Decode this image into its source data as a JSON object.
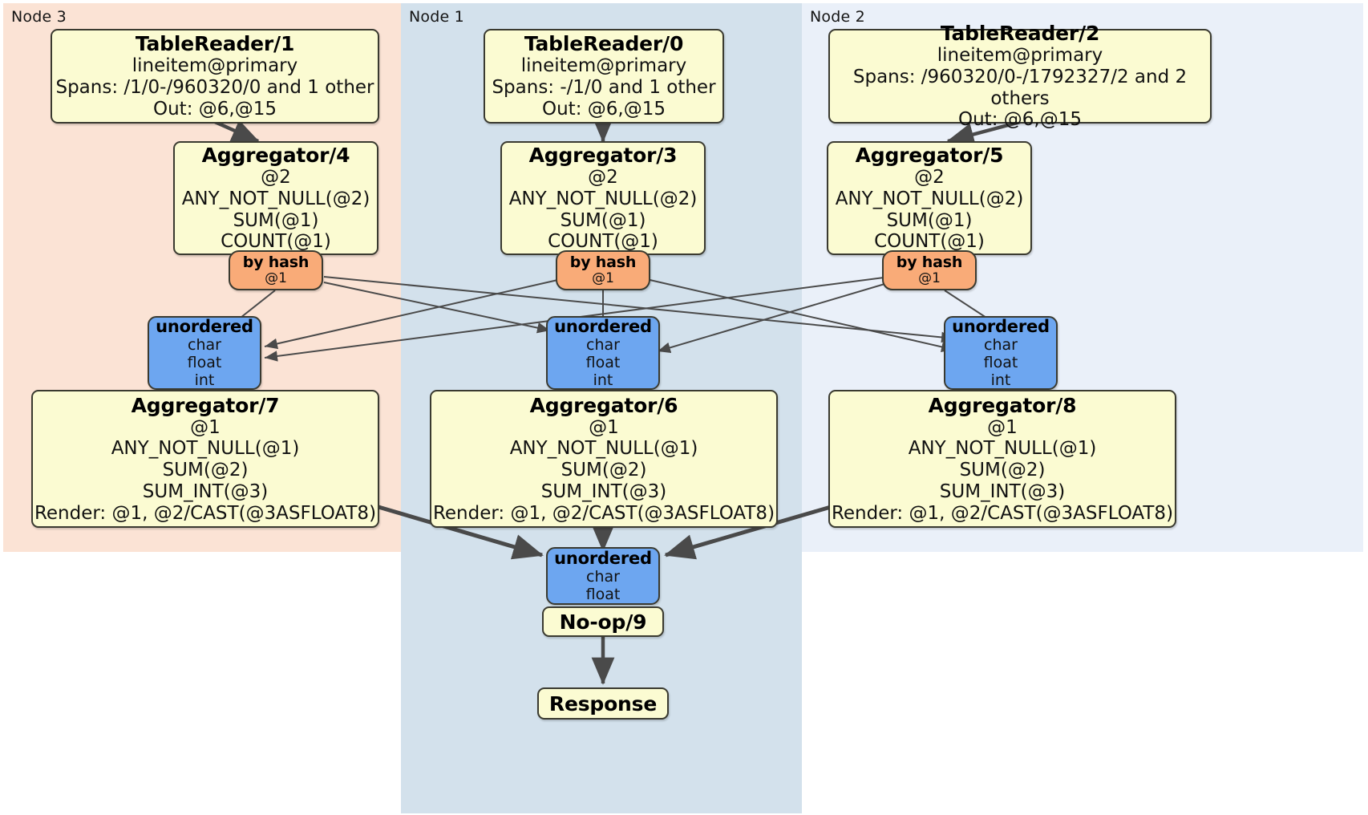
{
  "diagram": {
    "kind": "distributed-query-plan",
    "colors": {
      "node3_panel": "#fbe3d5",
      "node1_panel": "#d3e1ec",
      "node2_panel": "#eaf0f9",
      "processor_fill": "#fbfbd2",
      "router_fill": "#f9ab78",
      "synchronizer_fill": "#6da6f0",
      "edge_stroke": "#4a4a4a",
      "box_stroke": "#3a3a30"
    }
  },
  "panels": [
    {
      "id": "node3",
      "label": "Node 3"
    },
    {
      "id": "node1",
      "label": "Node 1"
    },
    {
      "id": "node2",
      "label": "Node 2"
    }
  ],
  "boxes": {
    "table_reader_1": {
      "title": "TableReader/1",
      "lines": [
        "lineitem@primary",
        "Spans: /1/0-/960320/0 and 1 other",
        "Out: @6,@15"
      ]
    },
    "table_reader_0": {
      "title": "TableReader/0",
      "lines": [
        "lineitem@primary",
        "Spans: -/1/0 and 1 other",
        "Out: @6,@15"
      ]
    },
    "table_reader_2": {
      "title": "TableReader/2",
      "lines": [
        "lineitem@primary",
        "Spans: /960320/0-/1792327/2 and 2 others",
        "Out: @6,@15"
      ]
    },
    "aggregator_4": {
      "title": "Aggregator/4",
      "lines": [
        "@2",
        "ANY_NOT_NULL(@2)",
        "SUM(@1)",
        "COUNT(@1)"
      ]
    },
    "aggregator_3": {
      "title": "Aggregator/3",
      "lines": [
        "@2",
        "ANY_NOT_NULL(@2)",
        "SUM(@1)",
        "COUNT(@1)"
      ]
    },
    "aggregator_5": {
      "title": "Aggregator/5",
      "lines": [
        "@2",
        "ANY_NOT_NULL(@2)",
        "SUM(@1)",
        "COUNT(@1)"
      ]
    },
    "router_left": {
      "title": "by hash",
      "lines": [
        "@1"
      ]
    },
    "router_mid": {
      "title": "by hash",
      "lines": [
        "@1"
      ]
    },
    "router_right": {
      "title": "by hash",
      "lines": [
        "@1"
      ]
    },
    "sync_left": {
      "title": "unordered",
      "lines": [
        "char",
        "float",
        "int"
      ]
    },
    "sync_mid": {
      "title": "unordered",
      "lines": [
        "char",
        "float",
        "int"
      ]
    },
    "sync_right": {
      "title": "unordered",
      "lines": [
        "char",
        "float",
        "int"
      ]
    },
    "aggregator_7": {
      "title": "Aggregator/7",
      "lines": [
        "@1",
        "ANY_NOT_NULL(@1)",
        "SUM(@2)",
        "SUM_INT(@3)",
        "Render: @1, @2/CAST(@3ASFLOAT8)"
      ]
    },
    "aggregator_6": {
      "title": "Aggregator/6",
      "lines": [
        "@1",
        "ANY_NOT_NULL(@1)",
        "SUM(@2)",
        "SUM_INT(@3)",
        "Render: @1, @2/CAST(@3ASFLOAT8)"
      ]
    },
    "aggregator_8": {
      "title": "Aggregator/8",
      "lines": [
        "@1",
        "ANY_NOT_NULL(@1)",
        "SUM(@2)",
        "SUM_INT(@3)",
        "Render: @1, @2/CAST(@3ASFLOAT8)"
      ]
    },
    "sync_final": {
      "title": "unordered",
      "lines": [
        "char",
        "float"
      ]
    },
    "noop_9": {
      "title": "No-op/9",
      "lines": []
    },
    "response": {
      "title": "Response",
      "lines": []
    }
  }
}
